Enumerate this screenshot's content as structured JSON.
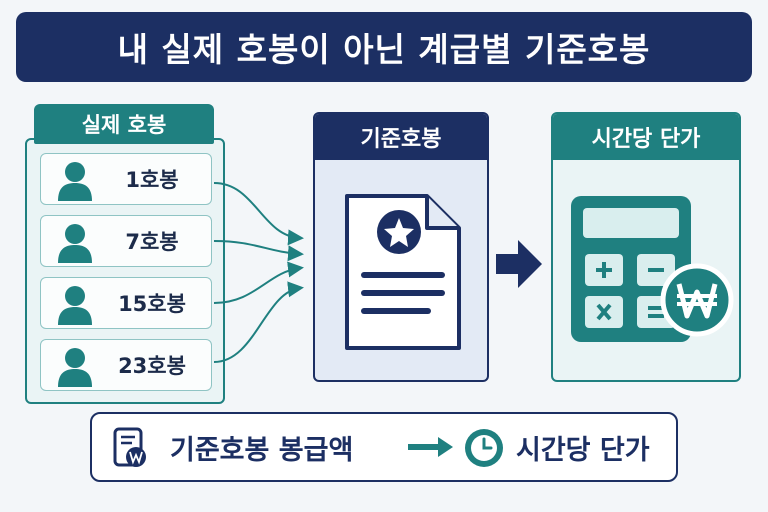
{
  "title": "내 실제 호봉이 아닌 계급별 기준호봉",
  "left": {
    "tab": "실제 호봉",
    "rows": [
      {
        "label": "1호봉"
      },
      {
        "label": "7호봉"
      },
      {
        "label": "15호봉"
      },
      {
        "label": "23호봉"
      }
    ]
  },
  "middle": {
    "header": "기준호봉"
  },
  "right": {
    "header": "시간당 단가"
  },
  "bottom": {
    "left_text": "기준호봉 봉급액",
    "right_text": "시간당 단가"
  },
  "colors": {
    "navy": "#1c2f63",
    "teal": "#1f8080",
    "background": "#f3f6f9"
  },
  "icons": [
    "user-icon",
    "document-star-icon",
    "arrow-right-icon",
    "calculator-icon",
    "won-coin-icon",
    "pay-document-icon",
    "clock-icon"
  ]
}
